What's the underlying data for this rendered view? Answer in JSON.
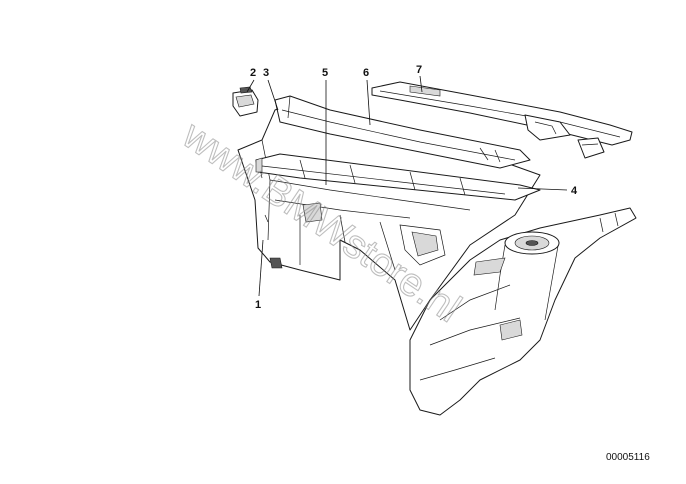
{
  "diagram": {
    "callouts": [
      {
        "id": "callout-1",
        "label": "1"
      },
      {
        "id": "callout-2",
        "label": "2"
      },
      {
        "id": "callout-3",
        "label": "3"
      },
      {
        "id": "callout-4",
        "label": "4"
      },
      {
        "id": "callout-5",
        "label": "5"
      },
      {
        "id": "callout-6",
        "label": "6"
      },
      {
        "id": "callout-7",
        "label": "7"
      }
    ],
    "watermark": "www.BMWstore.nl",
    "drawing_number": "00005116"
  }
}
